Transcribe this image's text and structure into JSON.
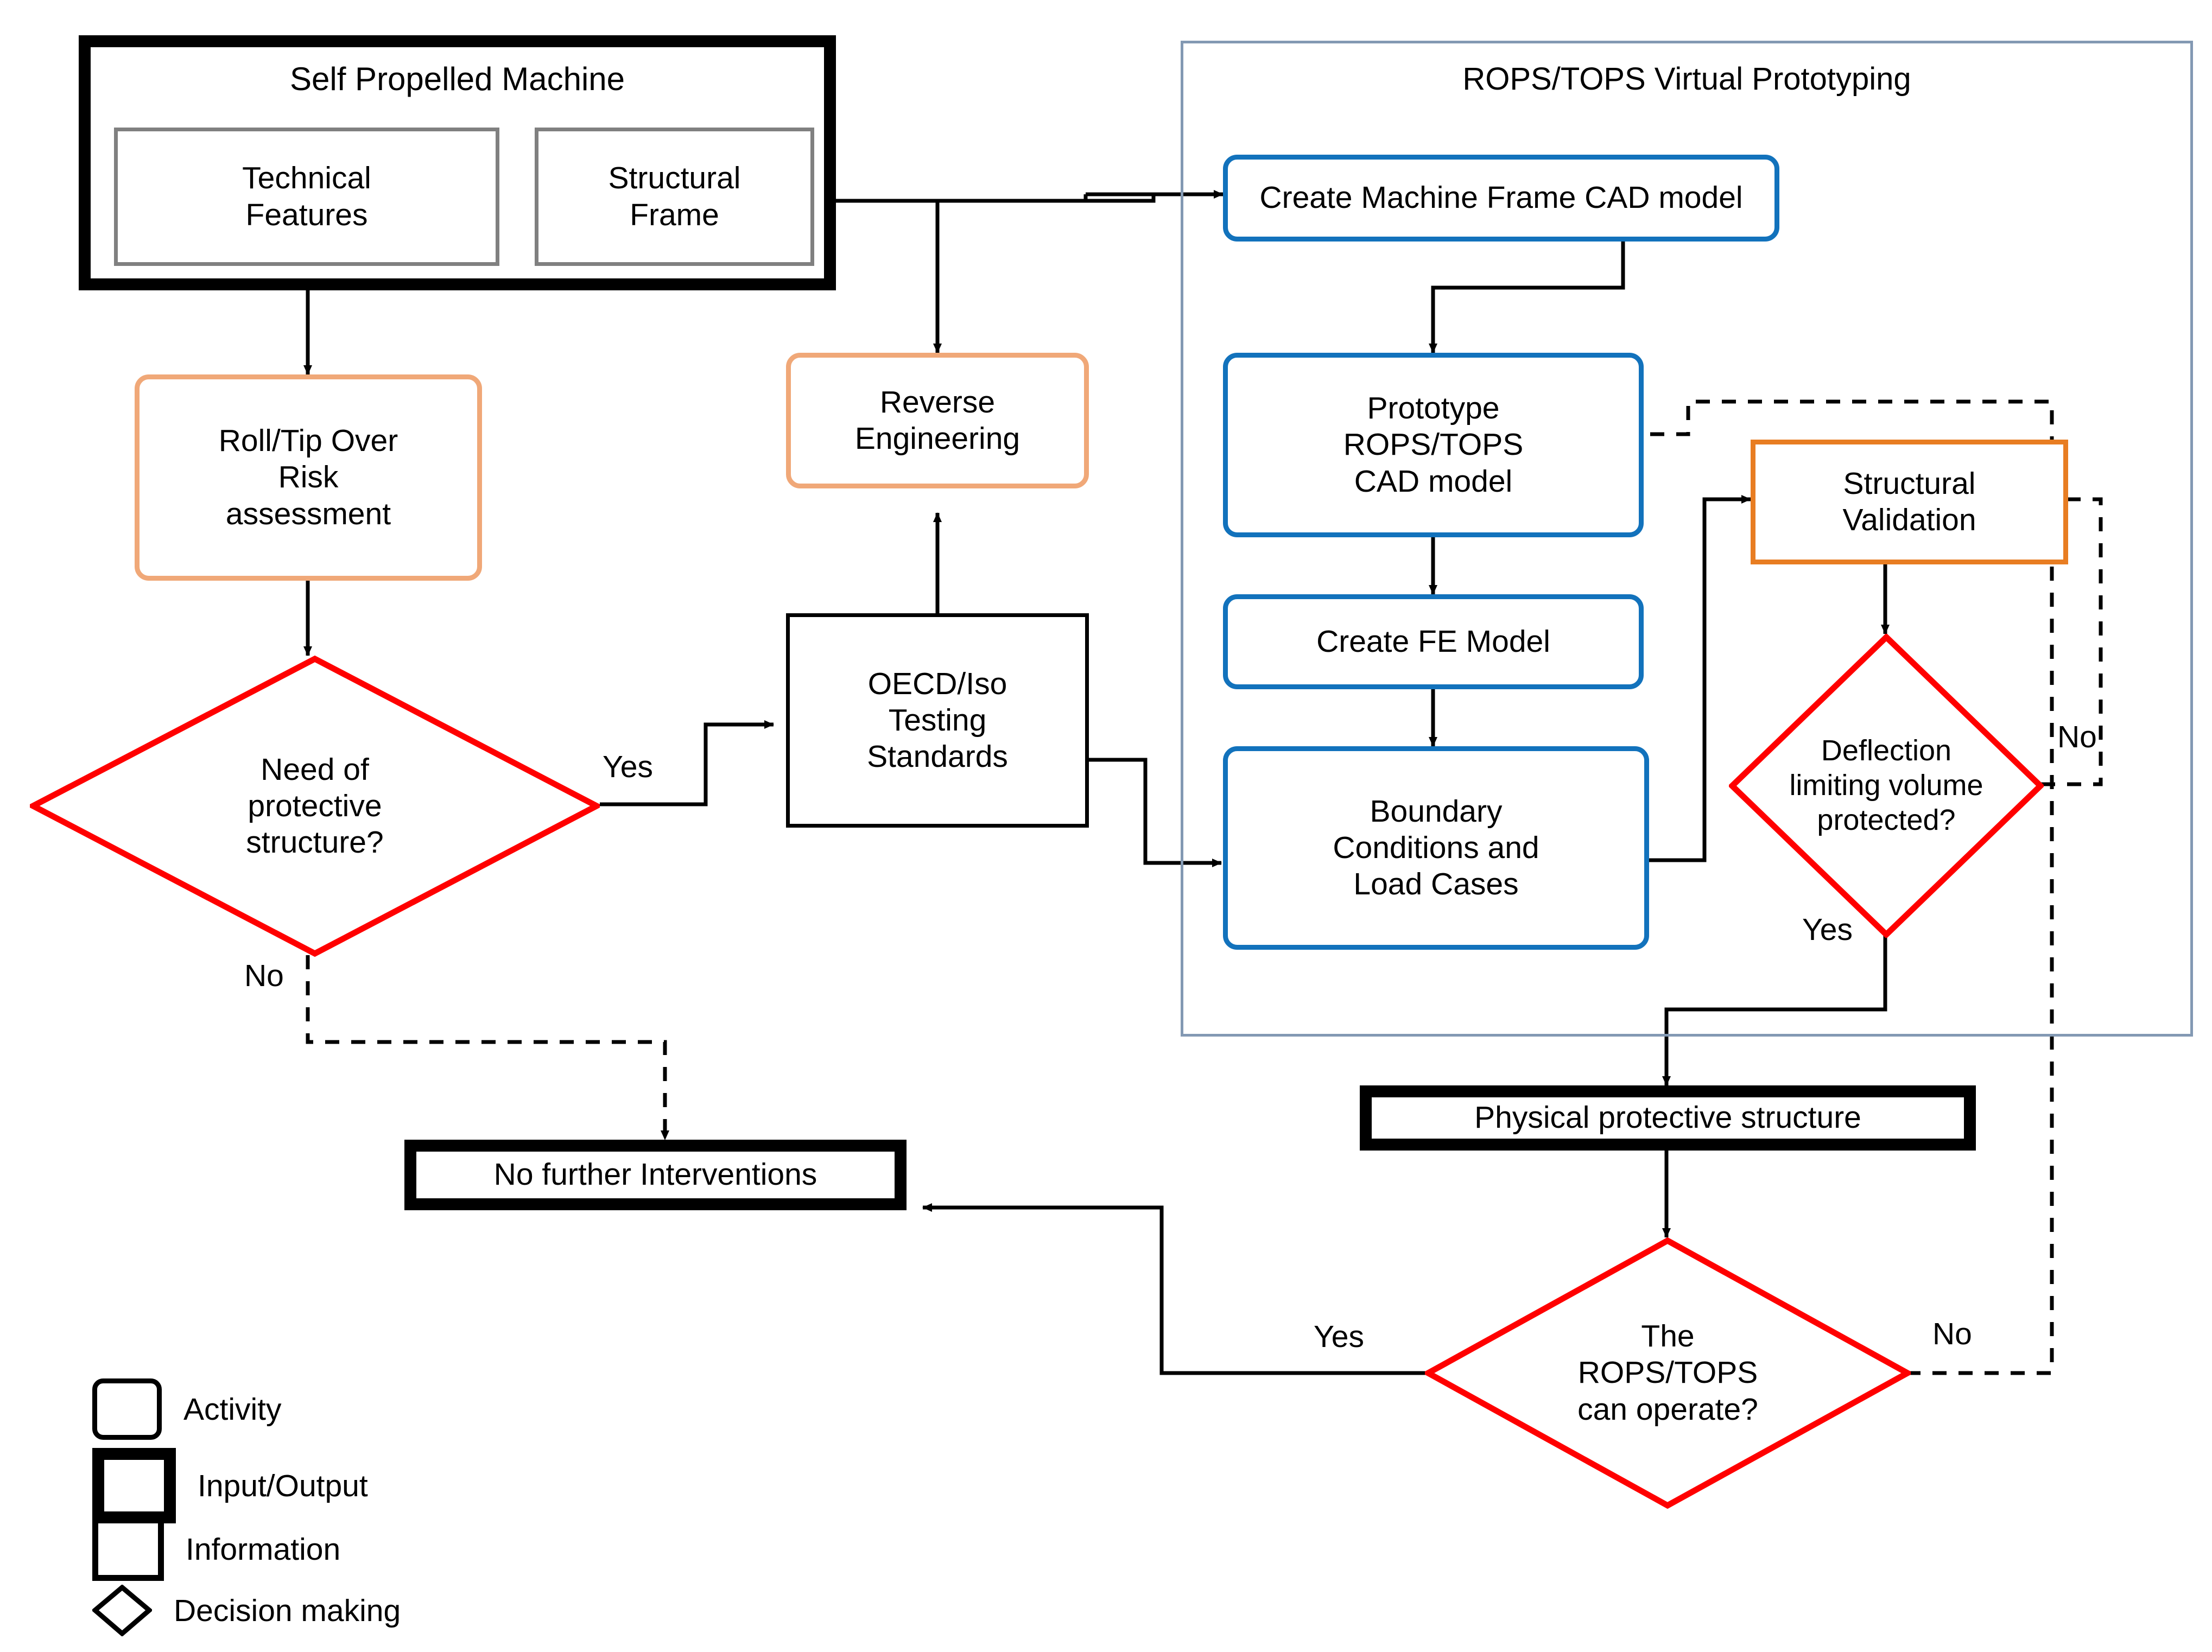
{
  "diagram": {
    "title": "ROPS/TOPS Virtual Prototyping flowchart",
    "colors": {
      "blue_activity": "#1272BC",
      "peach_activity": "#F0A878",
      "orange_activity": "#E87D22",
      "decision_red": "#FF0000",
      "group_border": "#8399B3",
      "io_black": "#000000",
      "subbox_gray": "#808080"
    }
  },
  "groups": {
    "machine": {
      "title": "Self Propelled Machine",
      "children": [
        {
          "label": "Technical\nFeatures"
        },
        {
          "label": "Structural\nFrame"
        }
      ]
    },
    "prototyping": {
      "title": "ROPS/TOPS Virtual Prototyping"
    }
  },
  "nodes": {
    "roll_tip": "Roll/Tip Over\nRisk\nassessment",
    "reverse_eng": "Reverse\nEngineering",
    "oecd": "OECD/Iso\nTesting\nStandards",
    "need_protective": "Need of\nprotective\nstructure?",
    "create_machine_cad": "Create Machine  Frame CAD model",
    "prototype_cad": "Prototype\nROPS/TOPS\nCAD model",
    "create_fe": "Create FE Model",
    "boundary": "Boundary\nConditions and\nLoad Cases",
    "structural_validation": "Structural\nValidation",
    "deflection": "Deflection\nlimiting volume\nprotected?",
    "physical_structure": "Physical protective structure",
    "rops_operate": "The\nROPS/TOPS\ncan operate?",
    "no_further": "No further Interventions"
  },
  "edge_labels": {
    "need_yes": "Yes",
    "need_no": "No",
    "deflection_no": "No",
    "deflection_yes": "Yes",
    "operate_yes": "Yes",
    "operate_no": "No"
  },
  "legend": {
    "items": [
      {
        "shape": "rounded-rect",
        "label": "Activity"
      },
      {
        "shape": "thick-rect",
        "label": "Input/Output"
      },
      {
        "shape": "rect",
        "label": "Information"
      },
      {
        "shape": "diamond",
        "label": "Decision making"
      }
    ]
  }
}
